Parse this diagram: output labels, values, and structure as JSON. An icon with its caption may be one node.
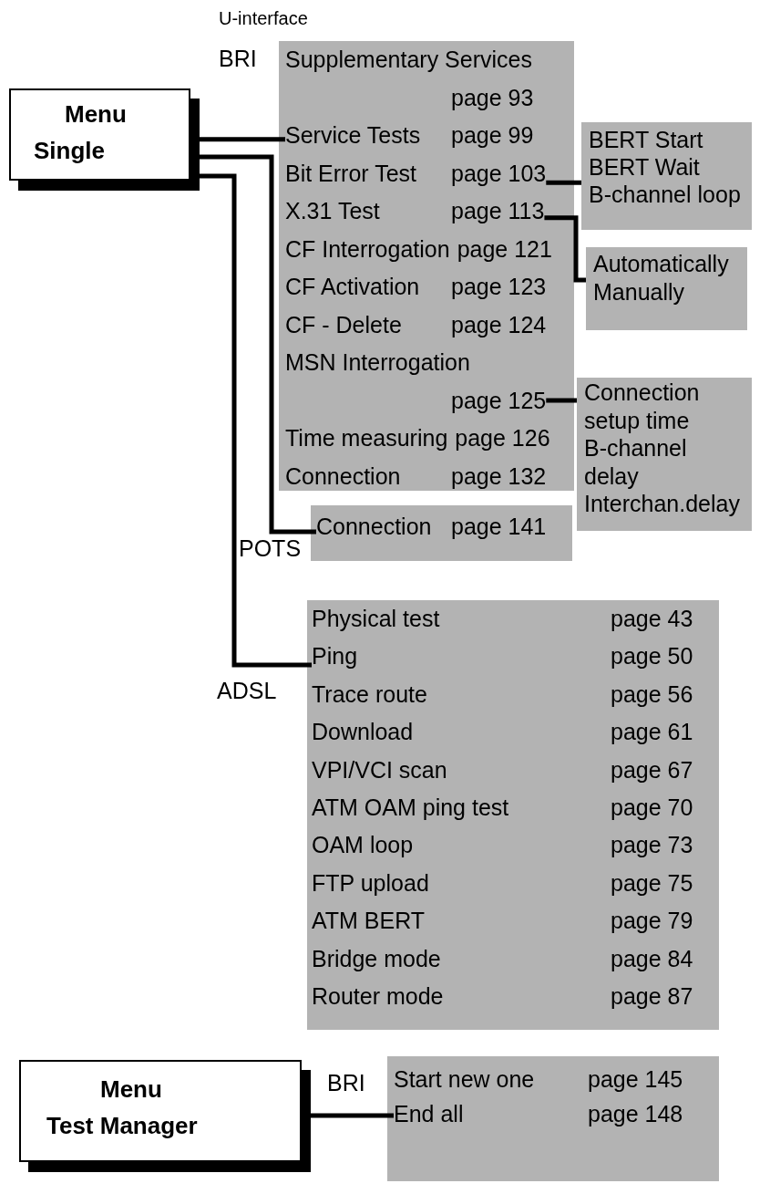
{
  "diagram": {
    "nodes": [
      {
        "text": [
          "Menu Single"
        ]
      },
      {
        "text": [],
        "shape": "box",
        "beside": [
          "BRI"
        ]
      },
      {
        "text": [
          "Supplementary Services",
          "page 93"
        ],
        "in": 1
      },
      {
        "text": [
          "Service Tests",
          "page 99"
        ],
        "in": 1
      },
      {
        "text": [
          "Bit Error Test",
          "page 103"
        ],
        "in": 1
      },
      {
        "text": [
          "X.31 Test",
          "page 113"
        ],
        "in": 1
      },
      {
        "text": [
          "CF Interrogation",
          "page 121"
        ],
        "in": 1
      },
      {
        "text": [
          "CF Activation",
          "page 123"
        ],
        "in": 1
      },
      {
        "text": [
          "CF - Delete",
          "page 124"
        ],
        "in": 1
      },
      {
        "text": [
          "MSN Interrogation",
          "page 125"
        ],
        "in": 1
      },
      {
        "text": [
          "Time measuring",
          "page 126"
        ],
        "in": 1
      },
      {
        "text": [
          "Connection",
          "page 132"
        ],
        "in": 1
      },
      {
        "text": [
          "BERT Start",
          "BERT Wait",
          "B-channel loop"
        ]
      },
      {
        "text": [
          "Automatically",
          "Manually"
        ]
      },
      {
        "text": [
          "Connection setup time",
          "B-channel delay",
          "Interchan.delay"
        ]
      },
      {
        "text": [],
        "shape": "box",
        "beside": [
          "POTS"
        ]
      },
      {
        "text": [
          "Connection",
          "page 141"
        ],
        "in": 15
      },
      {
        "text": [],
        "shape": "box",
        "beside": [
          "ADSL"
        ]
      },
      {
        "text": [
          "Physical test",
          "page 43"
        ],
        "in": 17
      },
      {
        "text": [
          "Ping",
          "page 50"
        ],
        "in": 17
      },
      {
        "text": [
          "Trace route",
          "page 56"
        ],
        "in": 17
      },
      {
        "text": [
          "Download",
          "page 61"
        ],
        "in": 17
      },
      {
        "text": [
          "VPI/VCI scan",
          "page 67"
        ],
        "in": 17
      },
      {
        "text": [
          "ATM OAM ping test",
          "page 70"
        ],
        "in": 17
      },
      {
        "text": [
          "OAM loop",
          "page 73"
        ],
        "in": 17
      },
      {
        "text": [
          "FTP upload",
          "page 75"
        ],
        "in": 17
      },
      {
        "text": [
          "ATM BERT",
          "page 79"
        ],
        "in": 17
      },
      {
        "text": [
          "Bridge mode",
          "page 84"
        ],
        "in": 17
      },
      {
        "text": [
          "Router mode",
          "page 87"
        ],
        "in": 17
      },
      {
        "text": [
          "Menu Test Manager"
        ]
      },
      {
        "text": [],
        "shape": "box",
        "beside": [
          "BRI"
        ]
      },
      {
        "text": [
          "Start new one",
          "page 145"
        ],
        "in": 30
      },
      {
        "text": [
          "End all",
          "page 148"
        ],
        "in": 30
      }
    ],
    "edges": [
      {
        "from": 0,
        "to": 3,
        "arrow": "none"
      },
      {
        "from": 0,
        "to": 16,
        "arrow": "none"
      },
      {
        "from": 0,
        "to": 19,
        "arrow": "none"
      },
      {
        "from": 4,
        "to": 12,
        "arrow": "none"
      },
      {
        "from": 5,
        "to": 13,
        "arrow": "none"
      },
      {
        "from": 9,
        "to": 14,
        "arrow": "none"
      },
      {
        "from": 29,
        "to": 32,
        "arrow": "none"
      }
    ],
    "labels": [
      "U-interface"
    ]
  }
}
